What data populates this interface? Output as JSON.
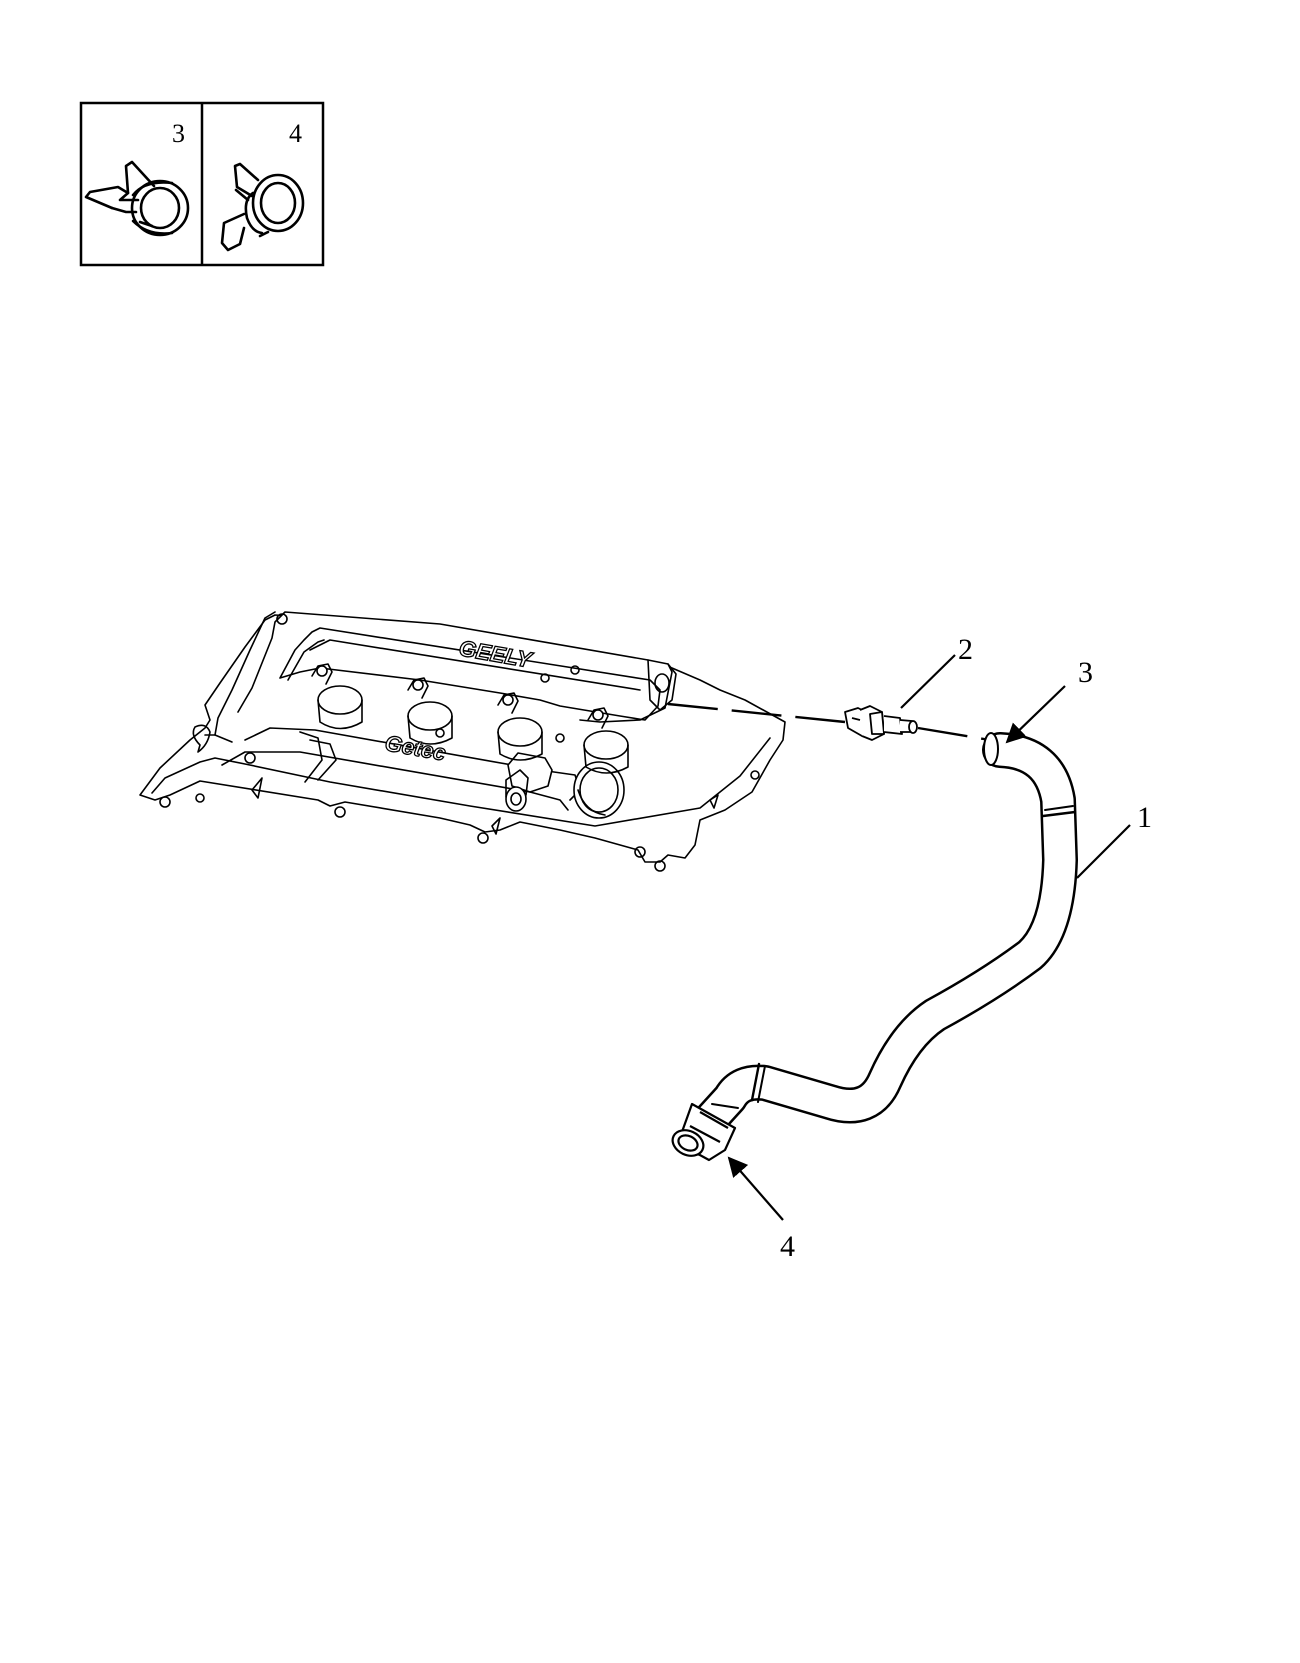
{
  "legend": {
    "cells": [
      {
        "number": "3",
        "icon": "hose-clamp-type-a-icon"
      },
      {
        "number": "4",
        "icon": "hose-clamp-type-b-icon"
      }
    ]
  },
  "cover": {
    "brand_text": "GEELY",
    "engine_text": "Getec"
  },
  "callouts": [
    {
      "number": "1",
      "part": "hose"
    },
    {
      "number": "2",
      "part": "pcv-valve"
    },
    {
      "number": "3",
      "part": "clamp-upper"
    },
    {
      "number": "4",
      "part": "clamp-lower"
    }
  ],
  "colors": {
    "line": "#000000",
    "background": "#ffffff"
  }
}
